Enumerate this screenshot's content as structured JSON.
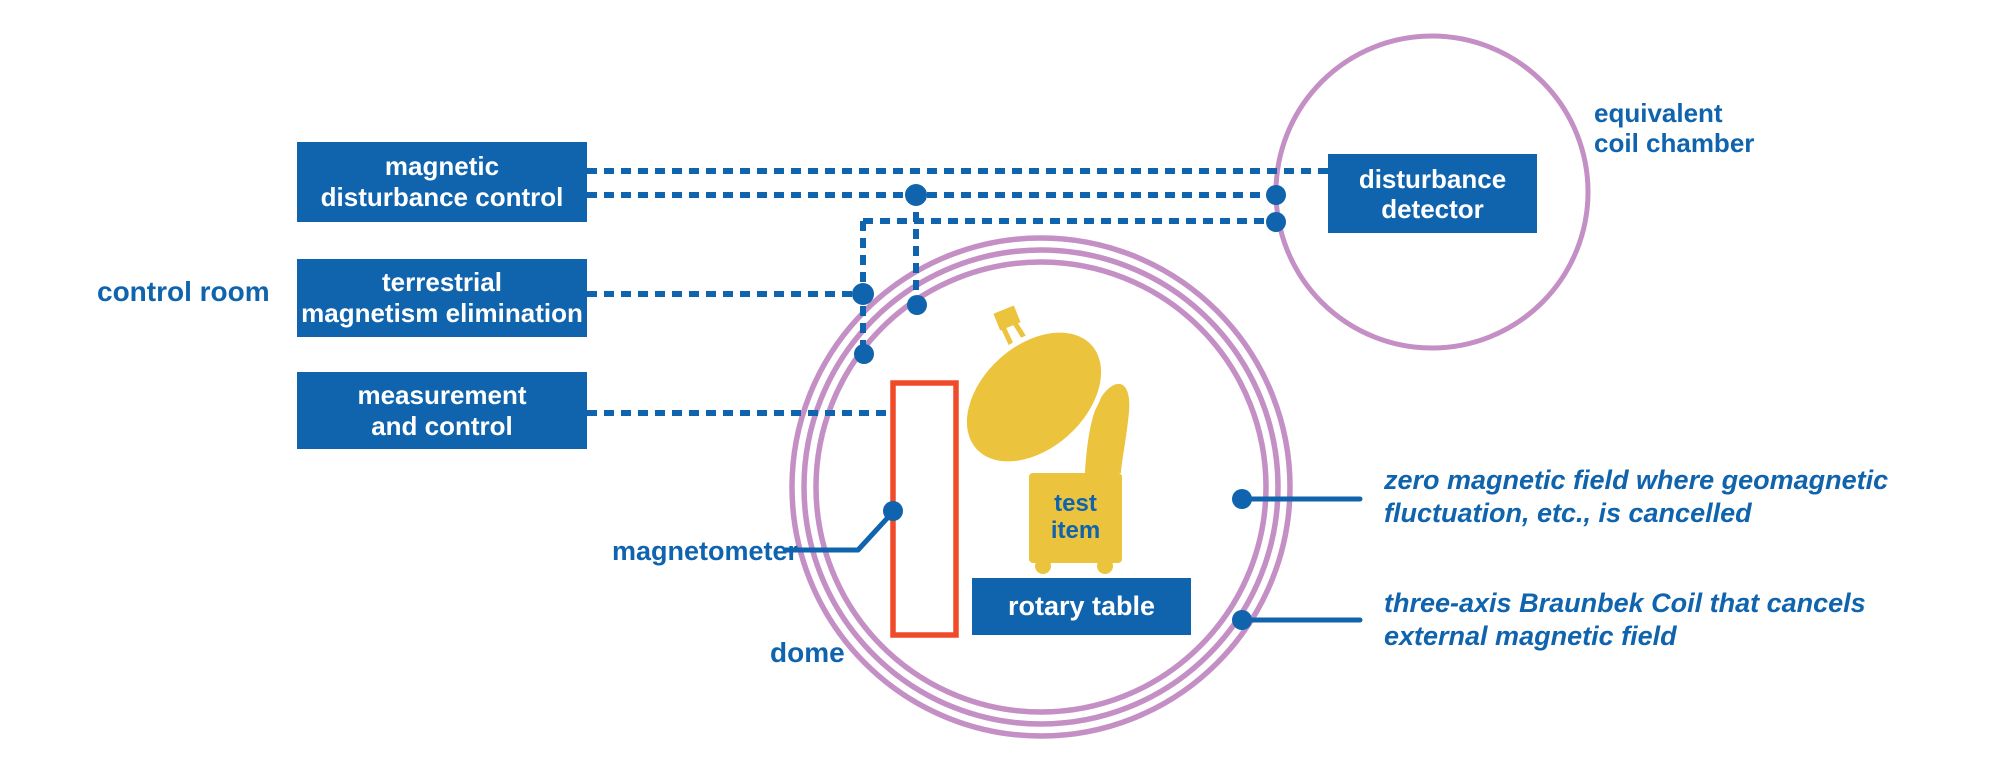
{
  "colors": {
    "blue": "#0f64ad",
    "purple": "#c48fc5",
    "yellow": "#ecc33c",
    "red": "#f04b28",
    "white": "#ffffff"
  },
  "control_room": {
    "label": "control room",
    "boxes": [
      {
        "label": "magnetic\ndisturbance control"
      },
      {
        "label": "terrestrial\nmagnetism elimination"
      },
      {
        "label": "measurement\nand control"
      }
    ]
  },
  "coil_chamber": {
    "label": "equivalent\ncoil chamber",
    "detector": {
      "label": "disturbance\ndetector"
    }
  },
  "dome": {
    "label": "dome",
    "magnetometer_label": "magnetometer",
    "test_item": {
      "label": "test\nitem"
    },
    "rotary_table": {
      "label": "rotary table"
    }
  },
  "annotations": {
    "zero_field": "zero magnetic field where geomagnetic\nfluctuation, etc., is cancelled",
    "braunbek_coil": "three-axis Braunbek Coil that cancels\nexternal magnetic field"
  }
}
